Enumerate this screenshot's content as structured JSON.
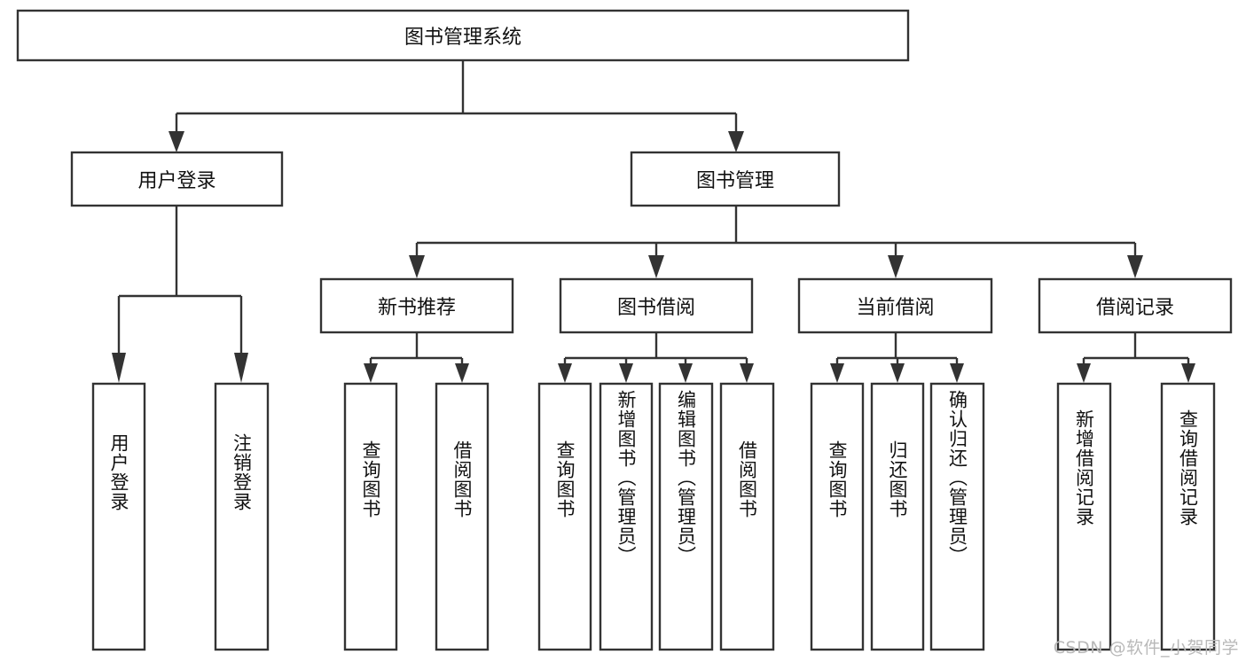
{
  "diagram": {
    "type": "tree",
    "title": "图书管理系统",
    "orientation": "top-down",
    "colors": {
      "box_stroke": "#333333",
      "box_fill": "#ffffff",
      "text": "#111111",
      "background": "#ffffff",
      "watermark": "#b9b9b9"
    },
    "nodes": {
      "root": {
        "label": "图书管理系统"
      },
      "level2": [
        {
          "label": "用户登录"
        },
        {
          "label": "图书管理"
        }
      ],
      "level3": [
        {
          "label": "新书推荐"
        },
        {
          "label": "图书借阅"
        },
        {
          "label": "当前借阅"
        },
        {
          "label": "借阅记录"
        }
      ],
      "leaves_user_login": [
        {
          "label": "用户登录"
        },
        {
          "label": "注销登录"
        }
      ],
      "leaves_new_book": [
        {
          "label": "查询图书"
        },
        {
          "label": "借阅图书"
        }
      ],
      "leaves_borrow": [
        {
          "label": "查询图书"
        },
        {
          "label": "新增图书（管理员）"
        },
        {
          "label": "编辑图书（管理员）"
        },
        {
          "label": "借阅图书"
        }
      ],
      "leaves_current": [
        {
          "label": "查询图书"
        },
        {
          "label": "归还图书"
        },
        {
          "label": "确认归还（管理员）"
        }
      ],
      "leaves_records": [
        {
          "label": "新增借阅记录"
        },
        {
          "label": "查询借阅记录"
        }
      ]
    }
  },
  "watermark": {
    "text": "CSDN @软件_小贺同学"
  }
}
